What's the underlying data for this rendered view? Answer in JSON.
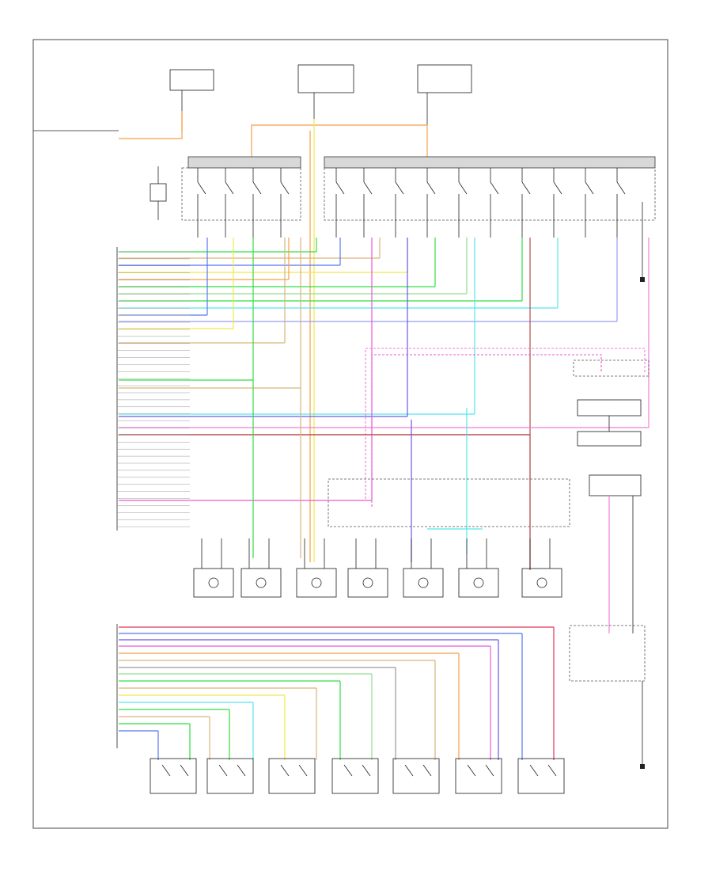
{
  "title": "",
  "footer": {
    "code": ""
  },
  "colors": {
    "green": "#33dd44",
    "tan": "#d9b37a",
    "blue": "#5577ee",
    "yellow": "#f0e84a",
    "orange": "#f2a04a",
    "cyan": "#55e6ee",
    "lavender": "#9a9cf0",
    "light_green": "#8fe08f",
    "pink": "#f27bd8",
    "red_brown": "#b84a4a",
    "red": "#e03858",
    "purple": "#6a58e8",
    "gray": "#9a9a9a",
    "magenta": "#e85ad8",
    "black": "#222222"
  },
  "header_boxes": [
    {
      "id": "fuse-left"
    },
    {
      "id": "fuse-center"
    },
    {
      "id": "fuse-right"
    }
  ],
  "left_connector_rows": 40,
  "motor_rows": [
    {
      "id": "m1"
    },
    {
      "id": "m2"
    },
    {
      "id": "m3"
    },
    {
      "id": "m4"
    },
    {
      "id": "m5"
    },
    {
      "id": "m6"
    },
    {
      "id": "m7"
    }
  ],
  "bottom_switches": [
    {
      "id": "s1"
    },
    {
      "id": "s2"
    },
    {
      "id": "s3"
    },
    {
      "id": "s4"
    },
    {
      "id": "s5"
    },
    {
      "id": "s6"
    },
    {
      "id": "s7"
    }
  ]
}
